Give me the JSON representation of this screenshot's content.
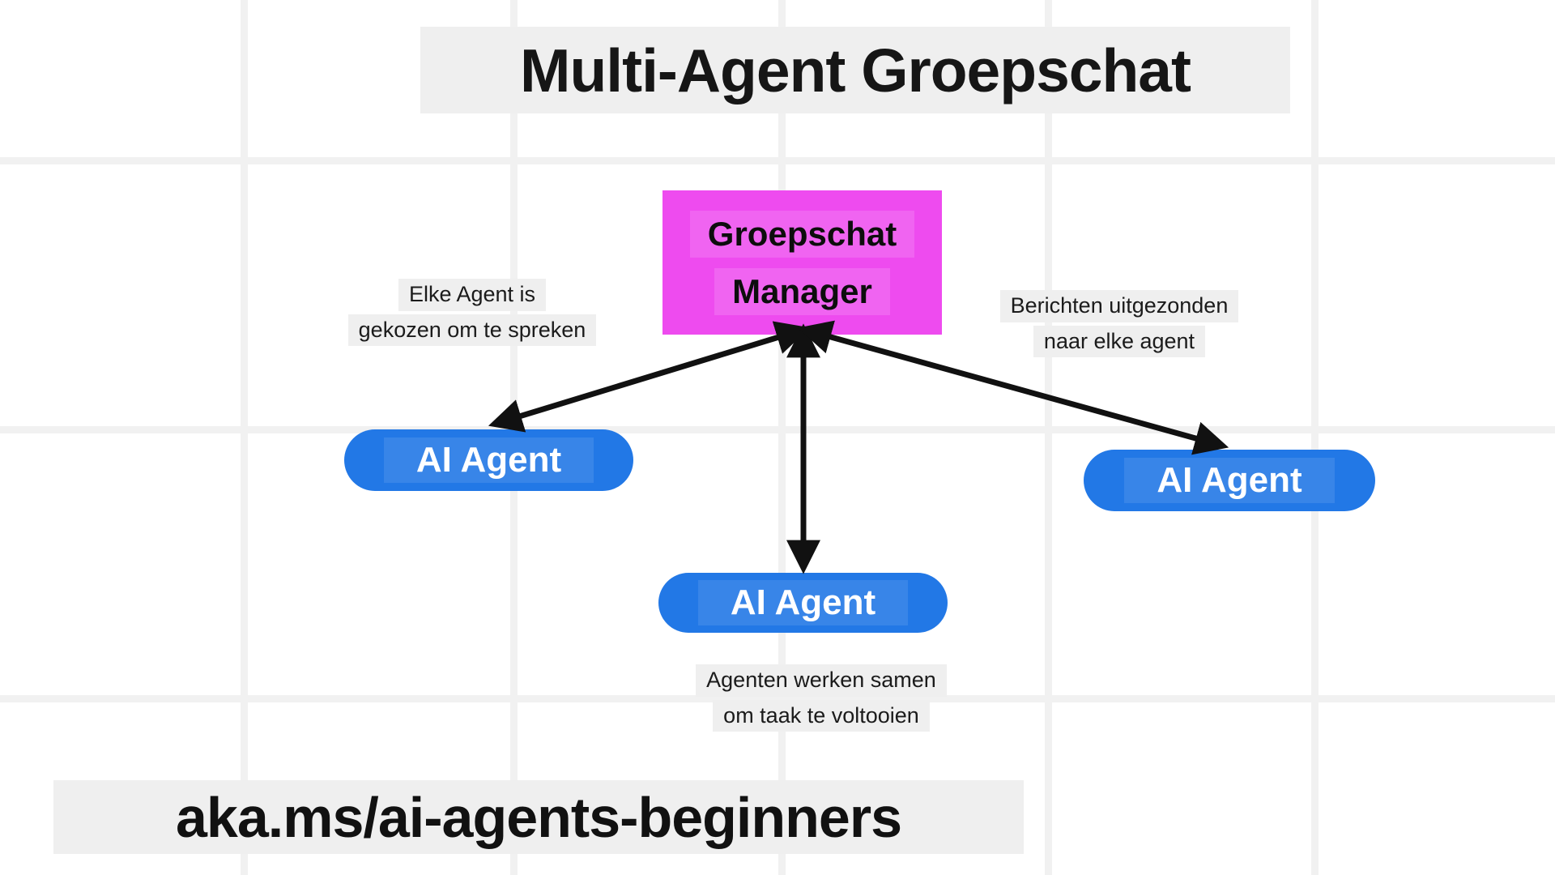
{
  "diagram": {
    "title": "Multi-Agent Groepschat",
    "manager": {
      "line1": "Groepschat",
      "line2": "Manager"
    },
    "agents": [
      {
        "position": "left",
        "label": "AI Agent"
      },
      {
        "position": "middle",
        "label": "AI Agent"
      },
      {
        "position": "right",
        "label": "AI Agent"
      }
    ],
    "annotations": {
      "left": {
        "line1": "Elke Agent is",
        "line2": "gekozen om te spreken"
      },
      "right": {
        "line1": "Berichten uitgezonden",
        "line2": "naar elke agent"
      },
      "bottom": {
        "line1": "Agenten werken samen",
        "line2": "om taak te voltooien"
      }
    },
    "footer": {
      "link": "aka.ms/ai-agents-beginners"
    },
    "colors": {
      "manager_box": "#ee4bef",
      "agent_pill": "#2278e6",
      "label_band": "#efefef",
      "arrow": "#111111",
      "grid_line": "#f1f1f1",
      "canvas": "#ffffff"
    }
  }
}
